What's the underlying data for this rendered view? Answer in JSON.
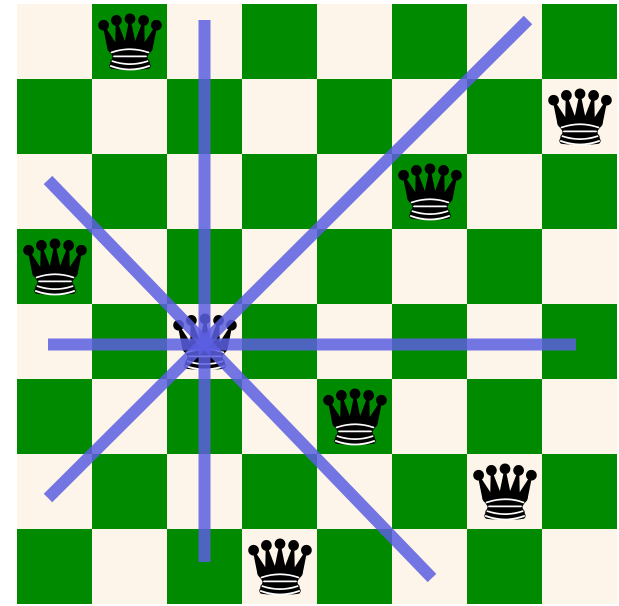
{
  "board": {
    "size": 8,
    "light_color": "#fdf5ea",
    "dark_color": "#008a00",
    "top_left_square": "light"
  },
  "queens": [
    {
      "piece": "queen",
      "color": "black",
      "file": 2,
      "rank": 8
    },
    {
      "piece": "queen",
      "color": "black",
      "file": 8,
      "rank": 7
    },
    {
      "piece": "queen",
      "color": "black",
      "file": 6,
      "rank": 6
    },
    {
      "piece": "queen",
      "color": "black",
      "file": 1,
      "rank": 5
    },
    {
      "piece": "queen",
      "color": "black",
      "file": 3,
      "rank": 4
    },
    {
      "piece": "queen",
      "color": "black",
      "file": 5,
      "rank": 3
    },
    {
      "piece": "queen",
      "color": "black",
      "file": 7,
      "rank": 2
    },
    {
      "piece": "queen",
      "color": "black",
      "file": 4,
      "rank": 1
    }
  ],
  "attack_lines": {
    "color": "#5a5ee0",
    "opacity": 0.85,
    "origin_queen": {
      "file": 3,
      "rank": 4
    },
    "directions": [
      "vertical",
      "horizontal",
      "diagonal",
      "anti-diagonal"
    ]
  }
}
